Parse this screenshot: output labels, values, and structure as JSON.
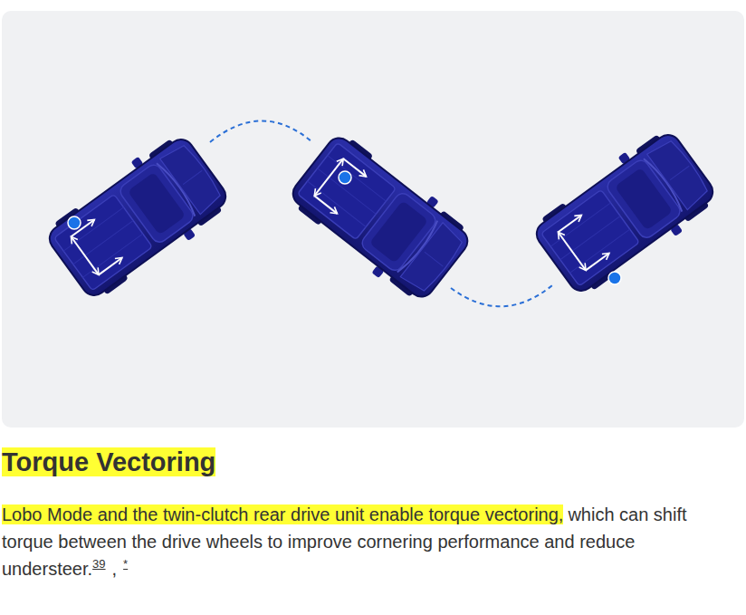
{
  "diagram": {
    "title": "Torque Vectoring",
    "labels": [
      "Lobo Mode and the twin-clutch rear drive unit enable torque vectoring,",
      "which can shift torque between the drive wheels to improve cornering performance and reduce understeer.",
      "39",
      ",",
      "*"
    ]
  }
}
